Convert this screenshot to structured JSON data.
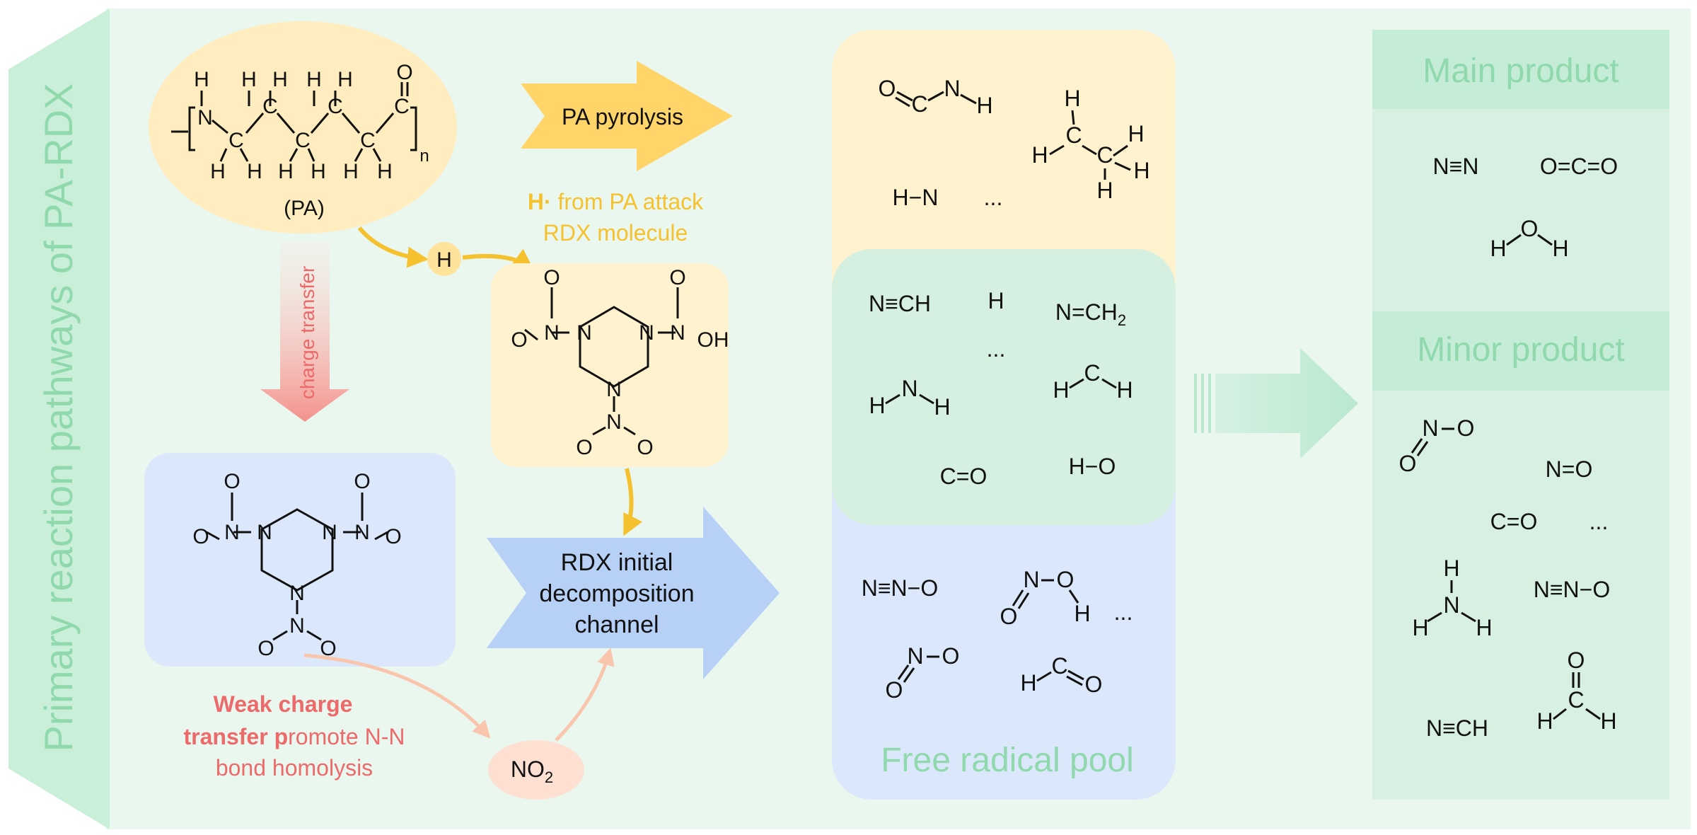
{
  "side_title": "Primary reaction pathways of PA-RDX",
  "colors": {
    "panel_bg": "#eaf7ef",
    "side_green": "#c9efd8",
    "title_green": "#8fd9ad",
    "yellow_box": "#fff2cf",
    "yellow_ellipse": "#ffedbf",
    "yellow_accent": "#f5c12e",
    "blue_box": "#dbe8fb",
    "blue_arrow": "#b7d0f6",
    "green_box": "#d5f0e1",
    "red_text": "#ec6a6a",
    "no2_bg": "#fde0d2",
    "product_bg": "#d7f0e2"
  },
  "pa": {
    "label": "(PA)",
    "subscript": "n",
    "h_top": [
      "H",
      "H",
      "H",
      "H",
      "H"
    ],
    "h_bottom": [
      "H",
      "H",
      "H",
      "H",
      "H",
      "H"
    ],
    "n_atom": "N",
    "c_atoms": [
      "C",
      "C",
      "C",
      "C",
      "C"
    ],
    "o_atom": "O"
  },
  "arrows": {
    "pa_pyrolysis": "PA pyrolysis",
    "rdx_channel": [
      "RDX initial",
      "decomposition",
      "channel"
    ],
    "charge_transfer": "charge transfer"
  },
  "h_attack": {
    "bold": "H·",
    "rest": " from PA attack",
    "line2": "RDX molecule",
    "h_node": "H"
  },
  "weak_charge": {
    "line1_bold": "Weak charge",
    "line2_bold": "transfer p",
    "line2_rest": "romote N-N",
    "line3": "bond homolysis"
  },
  "no2": {
    "main": "NO",
    "sub": "2"
  },
  "rdx_atoms": {
    "n": "N",
    "o": "O",
    "oh": "OH"
  },
  "pool": {
    "title": "Free radical pool",
    "yellow": {
      "formamide": [
        "O",
        "C",
        "N",
        "H"
      ],
      "ethane_h": [
        "H",
        "H",
        "H",
        "H",
        "H"
      ],
      "ethane_c": [
        "C",
        "C"
      ],
      "hn": "H−N",
      "dots": "..."
    },
    "green": {
      "hcn": "N≡CH",
      "h": "H",
      "nch2": "N=CH",
      "nch2_sub": "2",
      "dots": "...",
      "nh2": [
        "H",
        "N",
        "H"
      ],
      "ch2": [
        "H",
        "C",
        "H"
      ],
      "co": "C=O",
      "ho": "H−O"
    },
    "blue": {
      "n2o": "N≡N−O",
      "hono": [
        "O",
        "N",
        "O",
        "H"
      ],
      "dots": "...",
      "no2": [
        "O",
        "N",
        "O"
      ],
      "hco": [
        "H",
        "C",
        "O"
      ]
    }
  },
  "main_product": {
    "title": "Main product",
    "n2": "N≡N",
    "co2": "O=C=O",
    "h2o": [
      "H",
      "O",
      "H"
    ]
  },
  "minor_product": {
    "title": "Minor product",
    "no2": [
      "O",
      "N",
      "O"
    ],
    "no": "N=O",
    "co": "C=O",
    "dots": "...",
    "nh3": [
      "H",
      "H",
      "N",
      "H"
    ],
    "n2o": "N≡N−O",
    "hcn": "N≡CH",
    "hcho": [
      "O",
      "H",
      "C",
      "H"
    ]
  }
}
